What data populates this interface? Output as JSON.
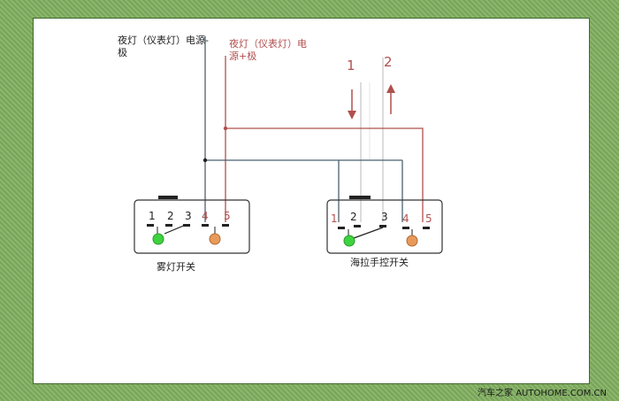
{
  "labels": {
    "night_light_neg_line1": "夜灯（仪表灯）电源-",
    "night_light_neg_line2": "极",
    "night_light_pos_line1": "夜灯（仪表灯）电",
    "night_light_pos_line2": "源+极",
    "wire_1": "1",
    "wire_2": "2",
    "fog_switch_caption": "雾灯开关",
    "hella_switch_caption": "海拉手控开关"
  },
  "fog_switch": {
    "pins": [
      "1",
      "2",
      "3",
      "4",
      "5"
    ]
  },
  "hella_switch": {
    "pins": [
      "1",
      "2",
      "3",
      "4",
      "5"
    ]
  },
  "watermark": "汽车之家 AUTOHOME.COM.CN",
  "colors": {
    "frame": "#7fae5e",
    "wire_dark": "#4a6272",
    "wire_red": "#b0504e",
    "led_green": "#3fd23f",
    "led_orange": "#e89a5a"
  }
}
